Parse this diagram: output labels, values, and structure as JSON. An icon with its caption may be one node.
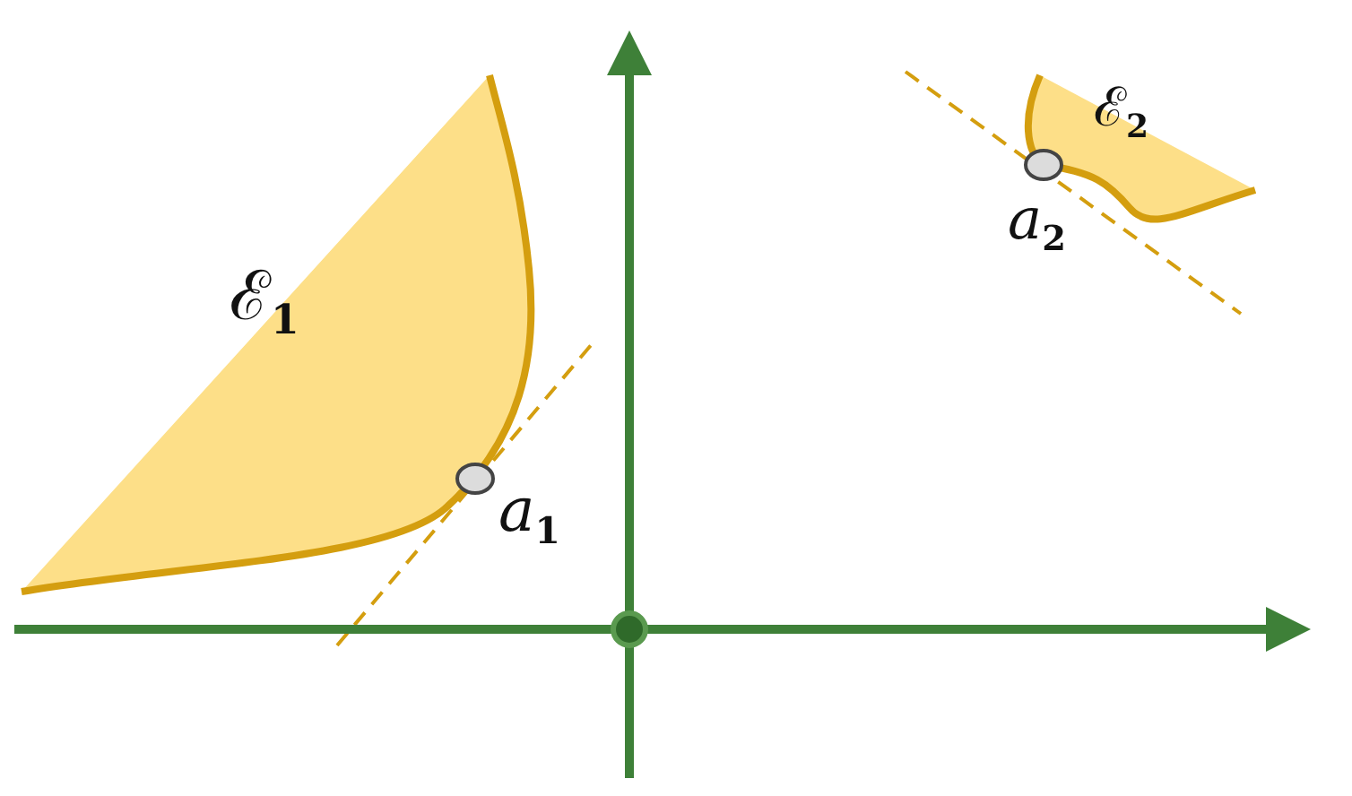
{
  "diagram": {
    "labels": [
      "ℰ$_{1}$",
      "a$_{1}$",
      "ℰ$_{2}$",
      "a$_{2}$"
    ]
  }
}
